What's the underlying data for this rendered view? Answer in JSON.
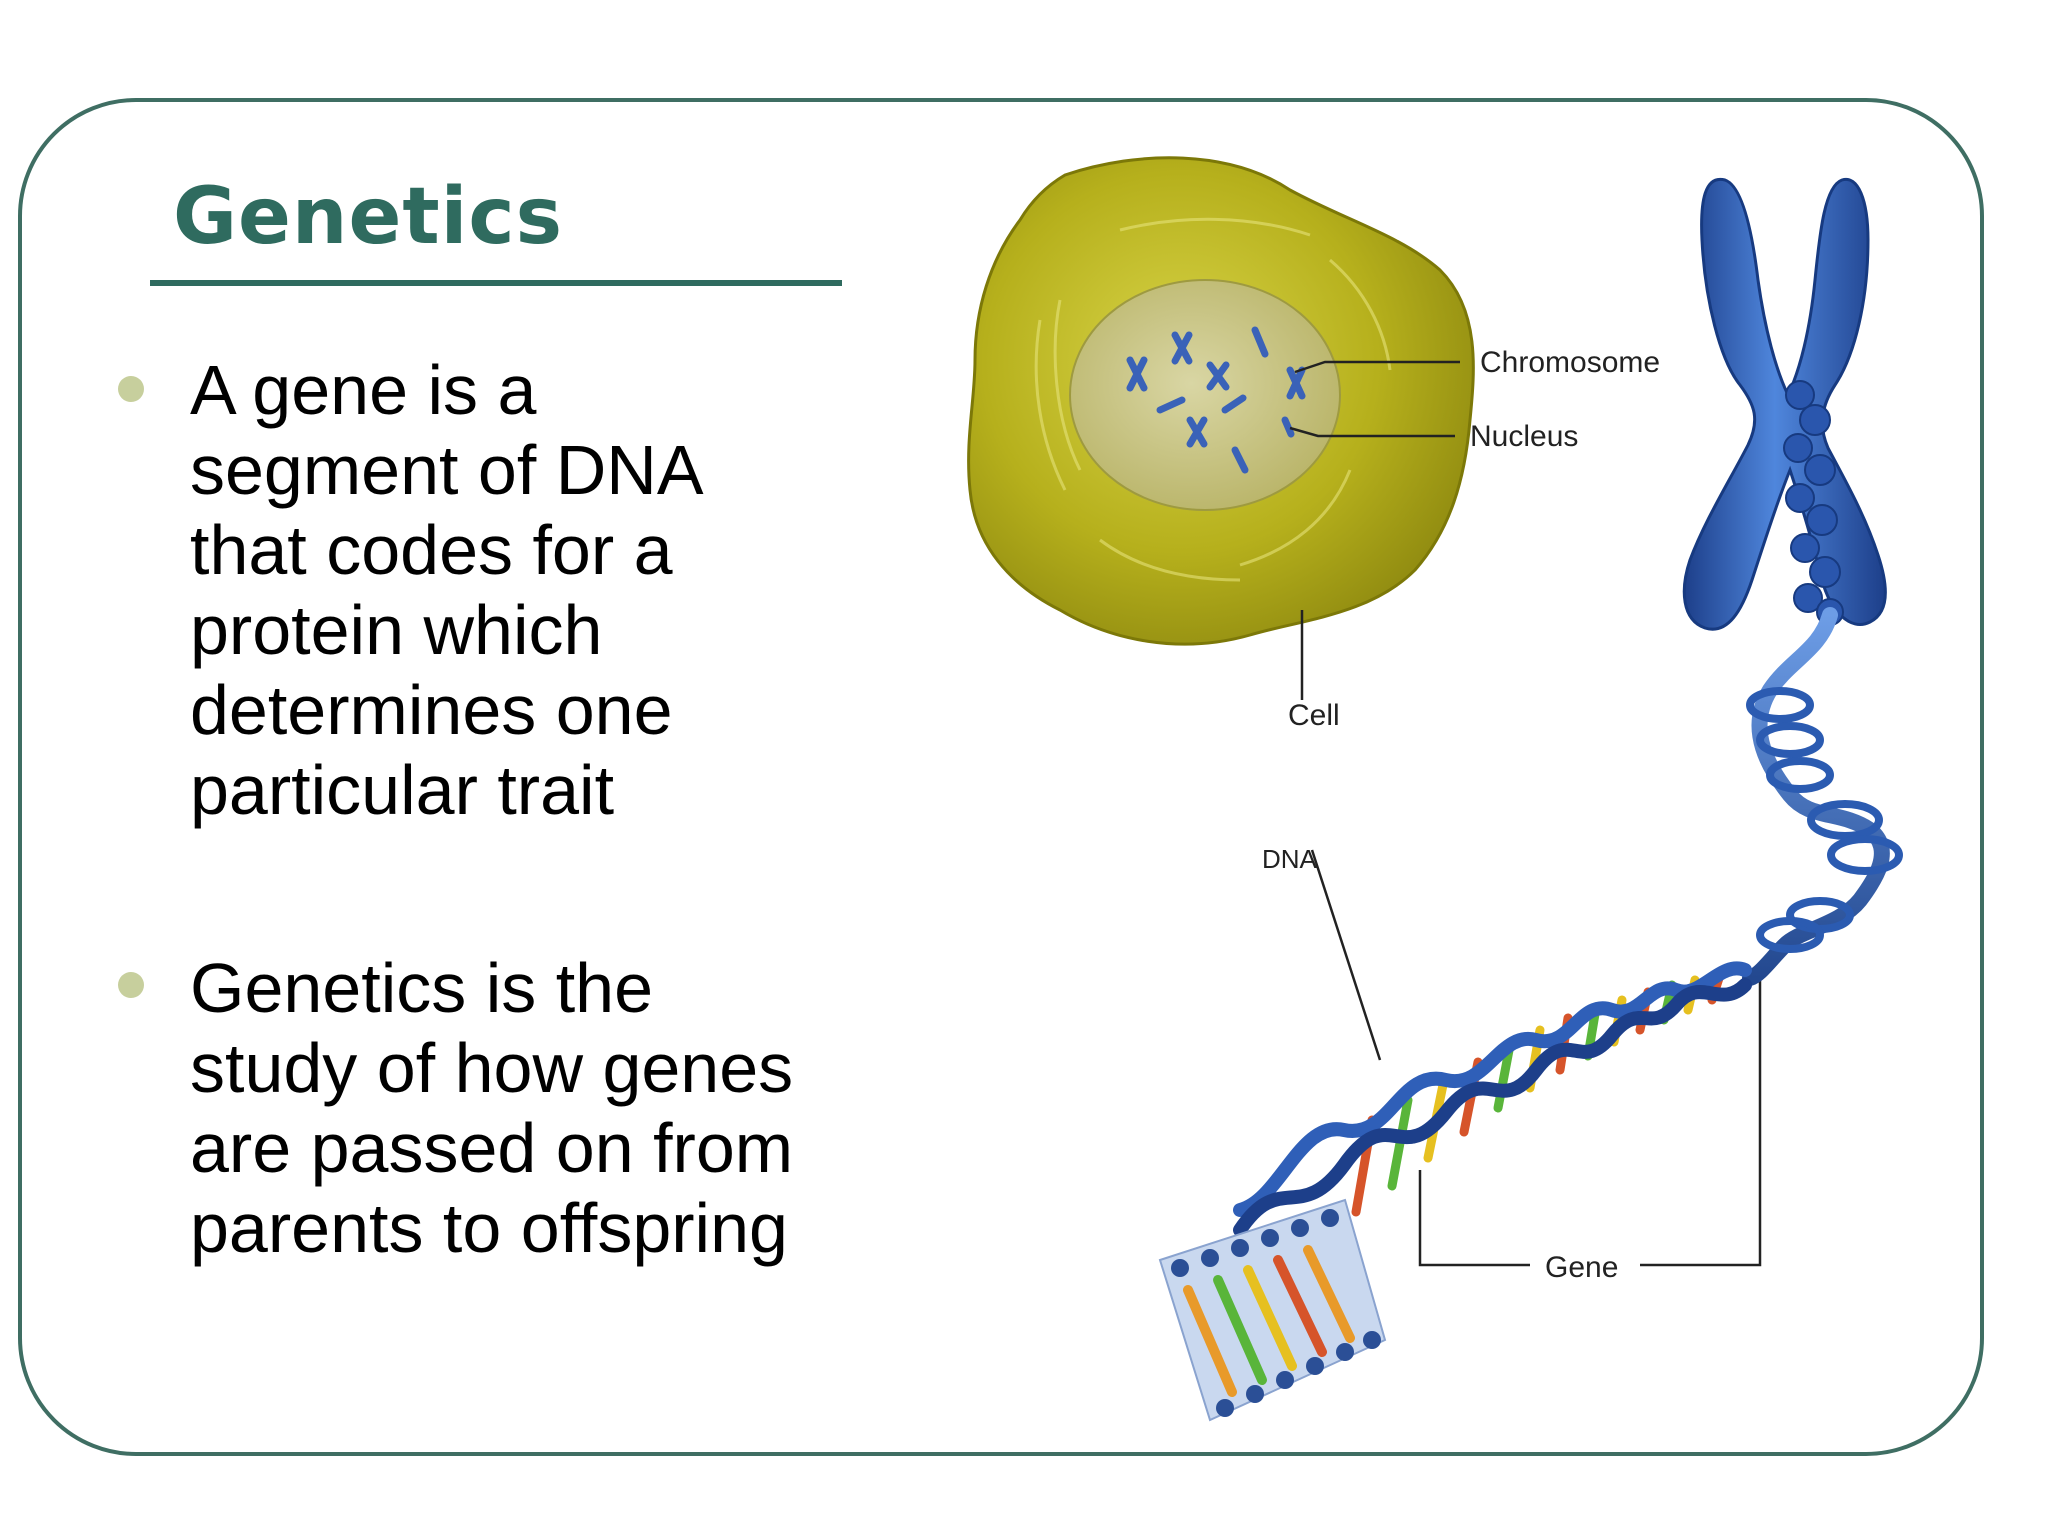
{
  "slide": {
    "title": "Genetics",
    "bullets": [
      {
        "lines": [
          "A gene is a",
          "segment of DNA",
          "that codes for a",
          "protein which",
          "determines one",
          "particular trait"
        ]
      },
      {
        "lines": [
          "Genetics is the",
          "study of how genes",
          "are passed on from",
          "parents to offspring"
        ]
      }
    ]
  },
  "illustration": {
    "labels": {
      "chromosome": "Chromosome",
      "nucleus": "Nucleus",
      "cell": "Cell",
      "dna": "DNA",
      "gene": "Gene"
    }
  },
  "colors": {
    "title": "#2f6b5f",
    "frame": "#3f6e63",
    "bullet_dot": "#c7cf9d",
    "cell": "#b8b21a",
    "chromosome": "#2f5fb8"
  }
}
